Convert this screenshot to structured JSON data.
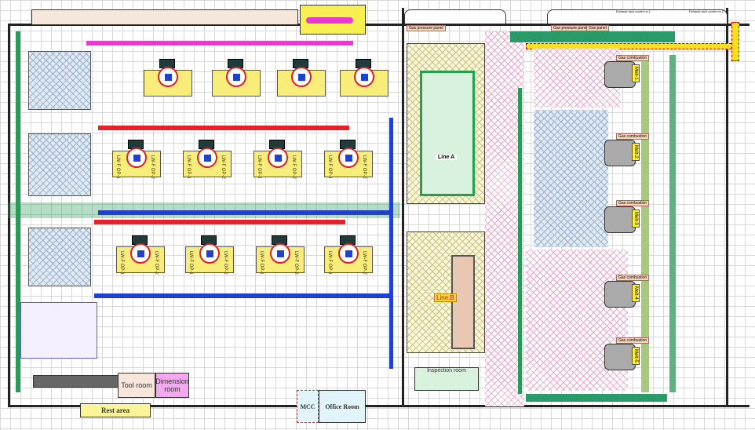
{
  "rooms": {
    "tool_room": "Tool room",
    "dimension_room": "Dimension room",
    "rest_area": "Rest area",
    "mcc": "MCC",
    "office_room": "Office Room",
    "inspection_room": "Inspection room"
  },
  "lines": {
    "line_a": "Line A",
    "line_b": "Line.B"
  },
  "panels": {
    "gas_pressure_panel": "Gas pressure panel",
    "gas_panel": "Gas panel",
    "exhaust_1": "Exhaust duct cooler no.1",
    "exhaust_2": "Exhaust duct cooler no.2"
  },
  "machines_row2": [
    {
      "op1": "LW-F OP-1",
      "op2": "LW-F OP-2"
    },
    {
      "op1": "LW-F OP-1",
      "op2": "LW-F OP-2"
    },
    {
      "op1": "LW-F OP-1",
      "op2": "LW-F OP-2"
    },
    {
      "op1": "LW-F OP-1",
      "op2": "LW-F OP-2"
    }
  ],
  "machines_row3": [
    {
      "op1": "LW-F OP-1",
      "op2": "LW-F OP-2"
    },
    {
      "op1": "LW-F OP-1",
      "op2": "LW-F OP-2"
    },
    {
      "op1": "LW-F OP-1",
      "op2": "LW-F OP-2"
    },
    {
      "op1": "LW-F OP-1",
      "op2": "LW-F OP-2"
    }
  ],
  "furnaces": [
    {
      "melt": "Melt-1",
      "tag": "Gas combustion"
    },
    {
      "melt": "Melt-2",
      "tag": "Gas combustion"
    },
    {
      "melt": "Melt-3",
      "tag": "Gas combustion"
    },
    {
      "melt": "Melt-4",
      "tag": "Gas combustion"
    },
    {
      "melt": "Melt-5",
      "tag": "Gas combustion"
    }
  ]
}
